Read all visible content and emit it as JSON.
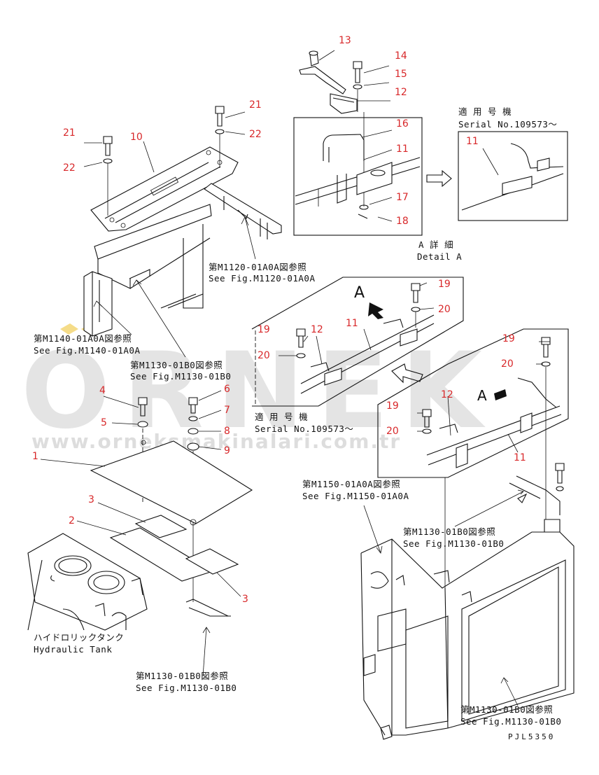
{
  "watermark": {
    "brand": "ORNEK",
    "url": "www.orneksmakinalari.com.tr"
  },
  "part_numbers": {
    "n1": "1",
    "n2": "2",
    "n3a": "3",
    "n3b": "3",
    "n4": "4",
    "n5": "5",
    "n6": "6",
    "n7": "7",
    "n8": "8",
    "n9": "9",
    "n10": "10",
    "n11a": "11",
    "n11b": "11",
    "n11c": "11",
    "n11d": "11",
    "n12a": "12",
    "n12b": "12",
    "n12c": "12",
    "n13": "13",
    "n14": "14",
    "n15": "15",
    "n16": "16",
    "n17": "17",
    "n18": "18",
    "n19a": "19",
    "n19b": "19",
    "n19c": "19",
    "n19d": "19",
    "n20a": "20",
    "n20b": "20",
    "n20c": "20",
    "n20d": "20",
    "n21a": "21",
    "n21b": "21",
    "n22a": "22",
    "n22b": "22"
  },
  "callouts": {
    "serial_top_jp": "適 用 号 機",
    "serial_top_en": "Serial No.109573～",
    "detail_jp": "A 詳 細",
    "detail_en": "Detail A",
    "ref_m1120_jp": "第M1120-01A0A図参照",
    "ref_m1120_en": "See Fig.M1120-01A0A",
    "ref_m1140_jp": "第M1140-01A0A図参照",
    "ref_m1140_en": "See Fig.M1140-01A0A",
    "ref_m1130a_jp": "第M1130-01B0図参照",
    "ref_m1130a_en": "See Fig.M1130-01B0",
    "label_a_mid": "A",
    "label_a_right": "A",
    "serial_mid_jp": "適 用 号 機",
    "serial_mid_en": "Serial No.109573～",
    "ref_m1150_jp": "第M1150-01A0A図参照",
    "ref_m1150_en": "See Fig.M1150-01A0A",
    "ref_m1130b_jp": "第M1130-01B0図参照",
    "ref_m1130b_en": "See Fig.M1130-01B0",
    "hyd_jp": "ハイドロリックタンク",
    "hyd_en": "Hydraulic Tank",
    "ref_m1130c_jp": "第M1130-01B0図参照",
    "ref_m1130c_en": "See Fig.M1130-01B0",
    "ref_m1130d_jp": "第M1130-01B0図参照",
    "ref_m1130d_en": "See Fig.M1130-01B0",
    "drawing_code": "PJL5350"
  }
}
